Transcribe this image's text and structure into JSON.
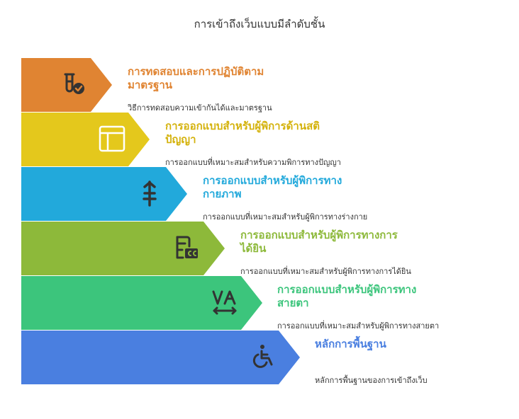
{
  "title": "การเข้าถึงเว็บแบบมีลำดับชั้น",
  "levels": [
    {
      "icon": "test-tube-check-icon",
      "color": "#e08432",
      "heading": "การทดสอบและการปฏิบัติตามมาตรฐาน",
      "description": "วิธีการทดสอบความเข้ากันได้และมาตรฐาน"
    },
    {
      "icon": "layout-window-icon",
      "color": "#e4c81c",
      "heading": "การออกแบบสำหรับผู้พิการด้านสติปัญญา",
      "description": "การออกแบบที่เหมาะสมสำหรับความพิการทางปัญญา"
    },
    {
      "icon": "pine-tree-icon",
      "color": "#22a9db",
      "heading": "การออกแบบสำหรับผู้พิการทางกายภาพ",
      "description": "การออกแบบที่เหมาะสมสำหรับผู้พิการทางร่างกาย"
    },
    {
      "icon": "closed-caption-icon",
      "color": "#8db93a",
      "heading": "การออกแบบสำหรับผู้พิการทางการได้ยิน",
      "description": "การออกแบบที่เหมาะสมสำหรับผู้พิการทางการได้ยิน"
    },
    {
      "icon": "text-size-icon",
      "color": "#3cc57c",
      "heading": "การออกแบบสำหรับผู้พิการทางสายตา",
      "description": "การออกแบบที่เหมาะสมสำหรับผู้พิการทางสายตา"
    },
    {
      "icon": "wheelchair-icon",
      "color": "#4a7fe0",
      "heading": "หลักการพื้นฐาน",
      "description": "หลักการพื้นฐานของการเข้าถึงเว็บ"
    }
  ]
}
